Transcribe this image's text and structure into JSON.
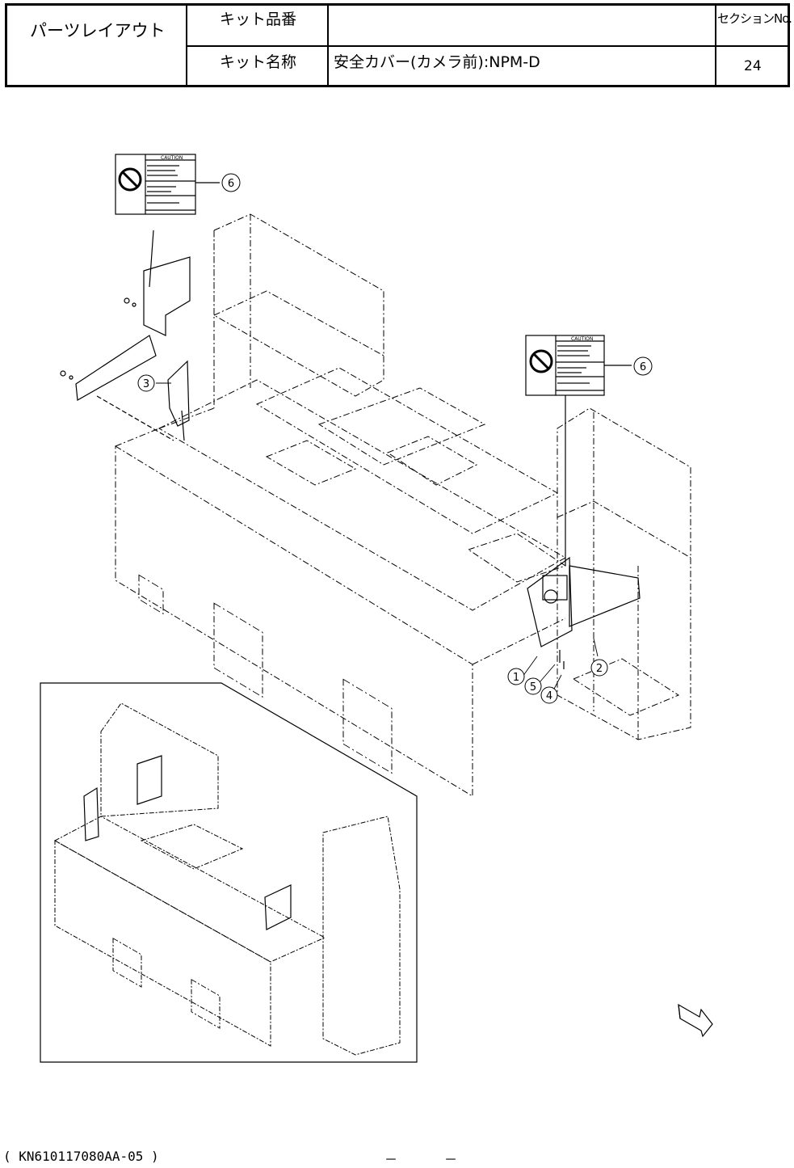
{
  "header": {
    "layout_title": "パーツレイアウト",
    "kit_number_label": "キット品番",
    "kit_number_value": "",
    "kit_name_label": "キット名称",
    "kit_name_value": "安全カバー(カメラ前):NPM-D",
    "section_label": "セクションNo.",
    "section_value": "24"
  },
  "callouts": [
    "1",
    "2",
    "3",
    "4",
    "5",
    "6",
    "6"
  ],
  "caution_label": {
    "heading": "CAUTION"
  },
  "footer": {
    "code": "( KN610117080AA-05 )",
    "dash_left": "－",
    "dash_right": "－"
  },
  "colors": {
    "line": "#000000",
    "background": "#ffffff"
  }
}
